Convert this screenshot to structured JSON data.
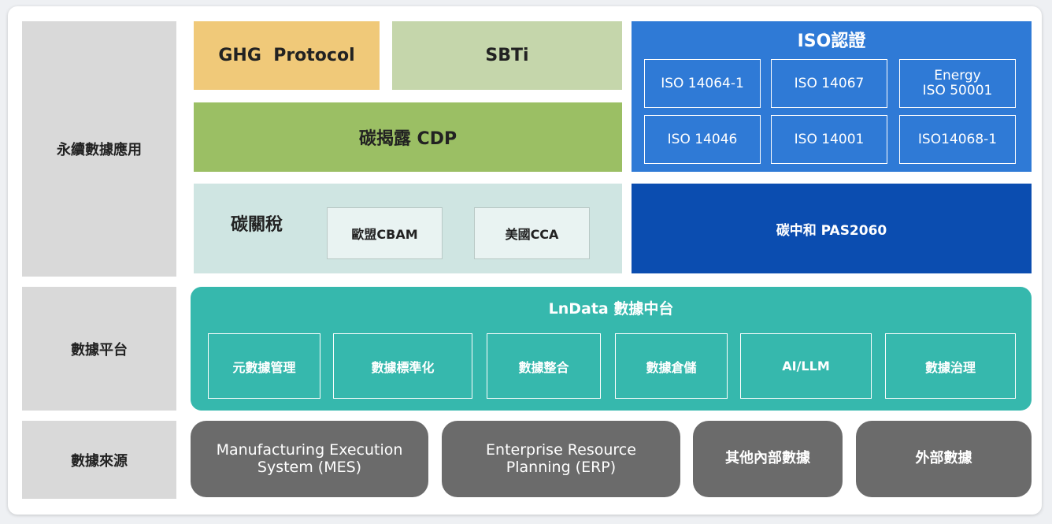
{
  "rows": {
    "application": "永續數據應用",
    "platform": "數據平台",
    "source": "數據來源"
  },
  "standards": {
    "ghg": "GHG  Protocol",
    "sbti": "SBTi",
    "cdp": "碳揭露 CDP"
  },
  "iso": {
    "title": "ISO認證",
    "items": [
      "ISO 14064-1",
      "ISO 14067",
      "Energy\nISO 50001",
      "ISO 14046",
      "ISO 14001",
      "ISO14068-1"
    ]
  },
  "carbon_tax": {
    "title": "碳關稅",
    "items": [
      "歐盟CBAM",
      "美國CCA"
    ]
  },
  "pas": "碳中和 PAS2060",
  "platform": {
    "title": "LnData 數據中台",
    "items": [
      "元數據管理",
      "數據標準化",
      "數據整合",
      "數據倉儲",
      "AI/LLM",
      "數據治理"
    ]
  },
  "sources": [
    "Manufacturing Execution\nSystem (MES)",
    "Enterprise Resource\nPlanning (ERP)",
    "其他內部數據",
    "外部數據"
  ],
  "colors": {
    "ghg": "#f0c979",
    "sbti": "#c5d6ab",
    "cdp": "#9bbf64",
    "iso": "#2f7ad6",
    "carbon_tax": "#cfe5e2",
    "pas": "#0b4db0",
    "platform": "#36b8ad",
    "source": "#6b6b6b",
    "row_label": "#d9d9d9"
  }
}
